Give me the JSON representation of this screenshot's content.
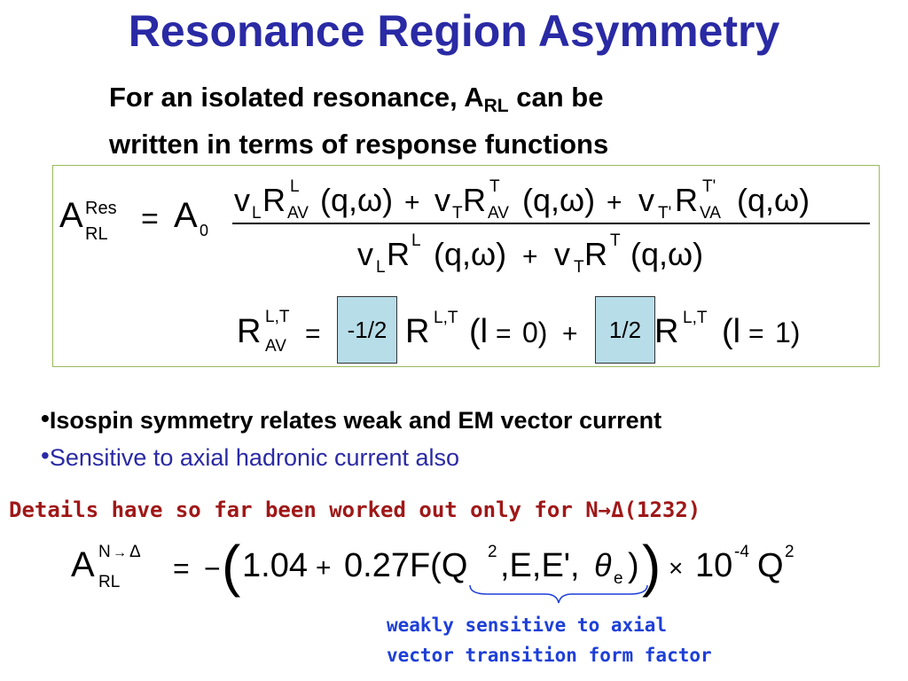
{
  "slide": {
    "title": "Resonance Region Asymmetry",
    "intro_line1_prefix": "For an isolated resonance, A",
    "intro_line1_sub": "RL",
    "intro_line1_suffix": " can be",
    "intro_line2": "written in terms of response functions",
    "equation1": {
      "lhs_sup": "Res",
      "lhs_sub": "RL",
      "numerator": "v_L R^L_AV(q,ω) + v_T R^T_AV(q,ω) + v_T' R^T'_VA(q,ω)",
      "denominator": "v_L R^L(q,ω) + v_T R^T(q,ω)"
    },
    "equation2": {
      "coef1": "-1/2",
      "coef2": "1/2"
    },
    "bullets": [
      "Isospin symmetry relates weak and EM vector current",
      "Sensitive to axial hadronic current also"
    ],
    "bullet_marker": "•",
    "details": "Details have so far been worked out only for N→Δ(1232)",
    "equation3": "A_RL^(N→Δ) = −(1.04 + 0.27F(Q², E, E', θe)) × 10⁻⁴ Q²",
    "note_line1": "weakly sensitive to axial",
    "note_line2": "vector transition form factor",
    "colors": {
      "title": "#2a2aa5",
      "bullet2": "#2a2aa5",
      "details": "#a01818",
      "note": "#1d3fd8",
      "coef_box": "#b7dde8",
      "eq_border": "#9aba5a"
    }
  }
}
